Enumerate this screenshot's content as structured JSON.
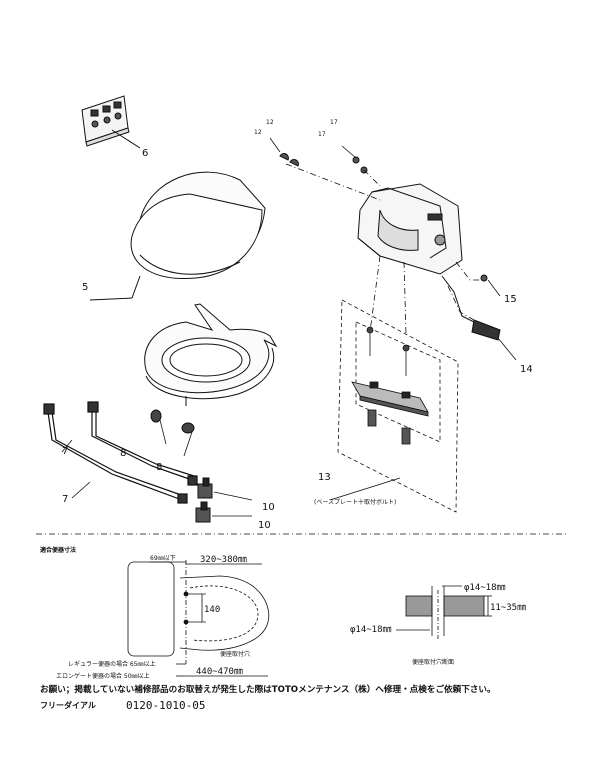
{
  "parts": [
    {
      "no": "6"
    },
    {
      "no": "5"
    },
    {
      "no": "12"
    },
    {
      "no": "12"
    },
    {
      "no": "17"
    },
    {
      "no": "17"
    },
    {
      "no": "15"
    },
    {
      "no": "14"
    },
    {
      "no": "13"
    },
    {
      "no": "7"
    },
    {
      "no": "7"
    },
    {
      "no": "8"
    },
    {
      "no": "8"
    },
    {
      "no": "10"
    },
    {
      "no": "10"
    }
  ],
  "base_plate_note": "(ベースプレート十取付ボルト)",
  "fit_section": {
    "title": "適合便器寸法",
    "dim_69": "69㎜以下",
    "dim_320_380": "320~380㎜",
    "dim_140": "140",
    "hole_center": "便座取付穴",
    "regular_note": "レギュラー便器の場合 65㎜以上",
    "elongated_note": "エロンゲート便器の場合 50㎜以上",
    "dim_440_470": "440~470㎜"
  },
  "hole_section": {
    "dia_top": "φ14~18㎜",
    "thickness": "11~35㎜",
    "dia_bottom": "φ14~18㎜",
    "caption": "便座取付穴断面"
  },
  "footer": {
    "notice": "お願い；掲載していない補修部品のお取替えが発生した際はTOTOメンテナンス（株）へ修理・点検をご依頼下さい。",
    "free_dial_label": "フリーダイアル",
    "free_dial_number": "0120-1010-05"
  }
}
